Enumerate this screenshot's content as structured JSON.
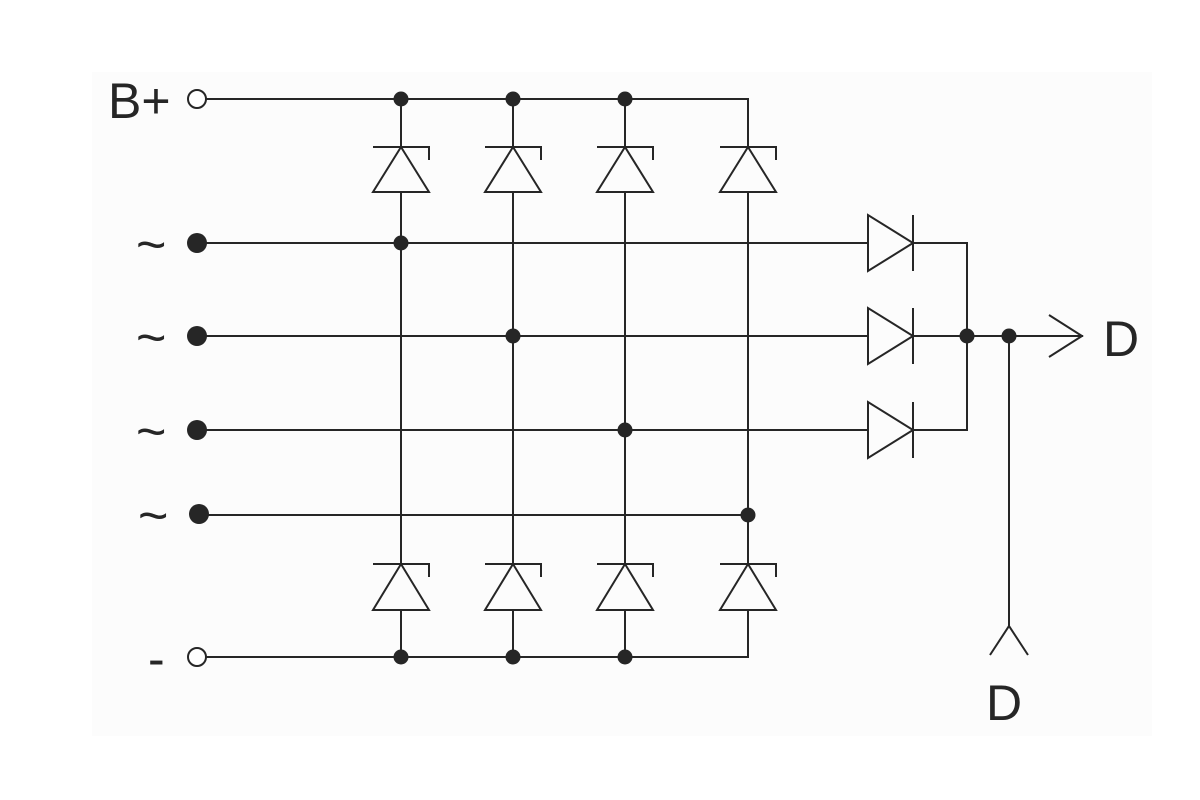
{
  "labels": {
    "b_plus": "B+",
    "ac": [
      "~",
      "~",
      "~",
      "~"
    ],
    "minus": "-",
    "d_right": "D",
    "d_bottom": "D"
  },
  "colors": {
    "ink": "#262626",
    "panel": "#fcfcfc",
    "background": "#ffffff"
  }
}
